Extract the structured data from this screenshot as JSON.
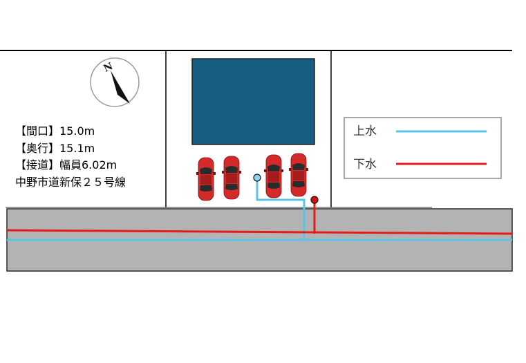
{
  "site_info": {
    "frontage": "【間口】15.0m",
    "depth": "【奥行】15.1m",
    "road_access": "【接道】幅員6.02m",
    "road_name": "中野市道新保２５号線"
  },
  "compass": {
    "north_label": "N"
  },
  "legend": {
    "water_supply": {
      "label": "上水",
      "color": "#5bc3e8"
    },
    "sewer": {
      "label": "下水",
      "color": "#e41b1b"
    }
  },
  "colors": {
    "building": "#175f80",
    "road": "#b3b3b3",
    "car": "#d42a2a"
  }
}
